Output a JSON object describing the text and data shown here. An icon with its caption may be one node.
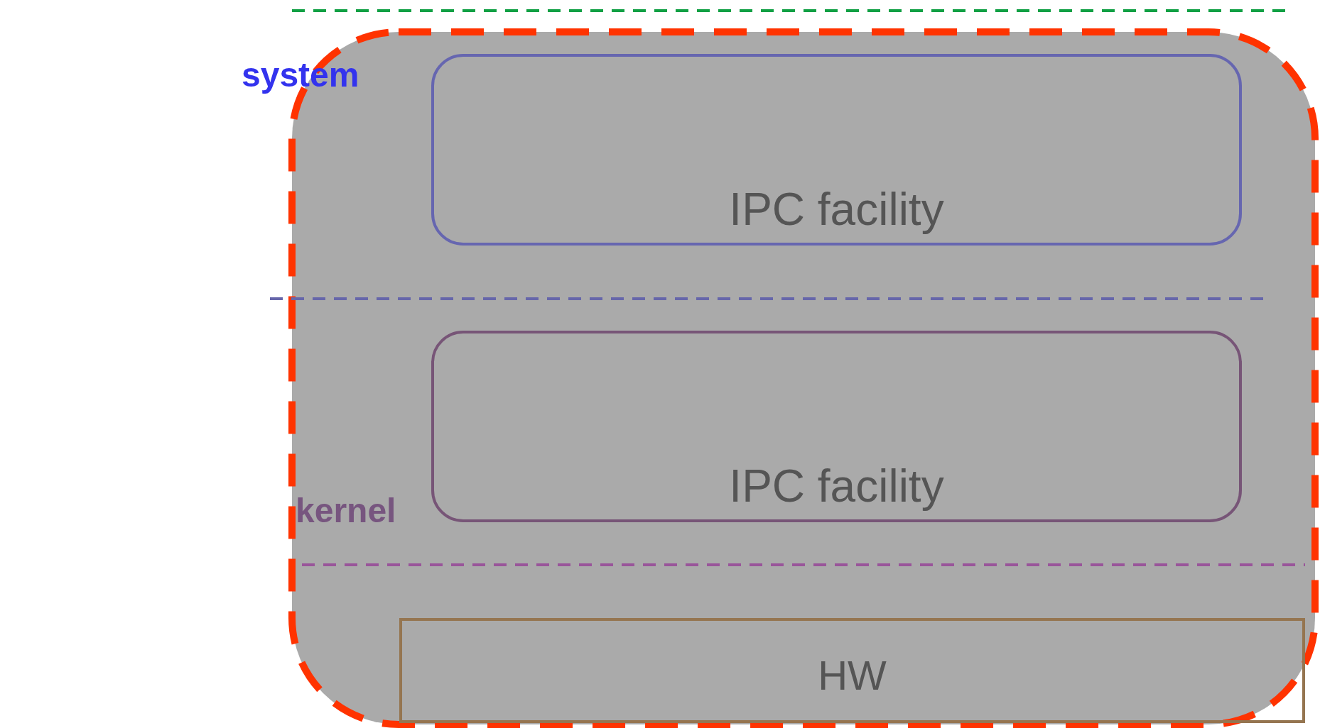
{
  "diagram": {
    "nodes": [
      {
        "text": [],
        "shape": "box"
      },
      {
        "text": [
          "IPC facility"
        ],
        "in": 0
      },
      {
        "text": [
          "IPC facility"
        ],
        "in": 0
      },
      {
        "text": [
          "HW"
        ],
        "in": 0
      }
    ],
    "edges": [],
    "labels": [
      "system",
      "kernel"
    ]
  }
}
